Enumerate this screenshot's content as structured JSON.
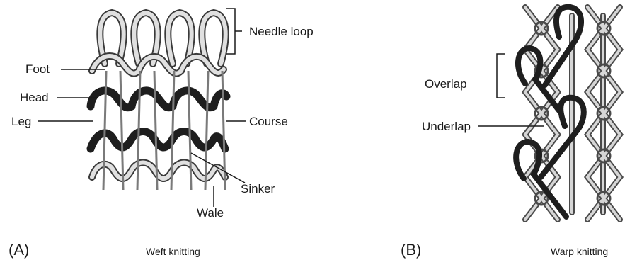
{
  "panel_a": {
    "letter": "(A)",
    "caption": "Weft knitting",
    "labels": {
      "needle_loop": "Needle loop",
      "foot": "Foot",
      "head": "Head",
      "leg": "Leg",
      "course": "Course",
      "sinker": "Sinker",
      "wale": "Wale"
    }
  },
  "panel_b": {
    "letter": "(B)",
    "caption": "Warp knitting",
    "labels": {
      "overlap": "Overlap",
      "underlap": "Underlap"
    }
  },
  "colors": {
    "yarn_light": "#d2d2d2",
    "yarn_outline": "#3a3a3a",
    "yarn_dark": "#1e1e1e"
  }
}
